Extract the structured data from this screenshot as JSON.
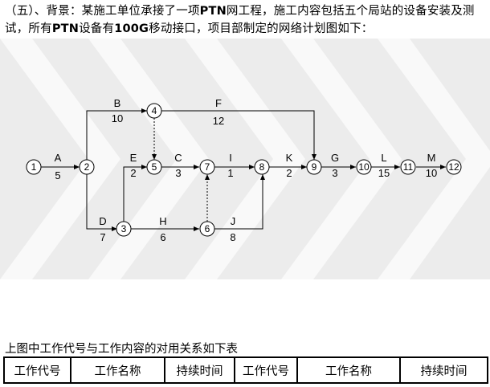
{
  "intro": {
    "prefix": "（五）、背景：某施工单位承接了一项",
    "t1": "PTN",
    "mid1": "网工程，施工内容包括五个局站的设备安装及测试，所有",
    "t2": "PTN",
    "mid2": "设备有",
    "t3": "100G",
    "suffix": "移动接口，项目部制定的网络计划图如下："
  },
  "nodes": [
    {
      "id": "1"
    },
    {
      "id": "2"
    },
    {
      "id": "3"
    },
    {
      "id": "4"
    },
    {
      "id": "5"
    },
    {
      "id": "6"
    },
    {
      "id": "7"
    },
    {
      "id": "8"
    },
    {
      "id": "9"
    },
    {
      "id": "10"
    },
    {
      "id": "11"
    },
    {
      "id": "12"
    }
  ],
  "activities": [
    {
      "code": "A",
      "duration": "5"
    },
    {
      "code": "B",
      "duration": "10"
    },
    {
      "code": "D",
      "duration": "7"
    },
    {
      "code": "F",
      "duration": "12"
    },
    {
      "code": "E",
      "duration": "2"
    },
    {
      "code": "C",
      "duration": "3"
    },
    {
      "code": "H",
      "duration": "6"
    },
    {
      "code": "I",
      "duration": "1"
    },
    {
      "code": "J",
      "duration": "8"
    },
    {
      "code": "K",
      "duration": "2"
    },
    {
      "code": "G",
      "duration": "3"
    },
    {
      "code": "L",
      "duration": "15"
    },
    {
      "code": "M",
      "duration": "10"
    }
  ],
  "caption": "上图中工作代号与工作内容的对用关系如下表",
  "table": {
    "headers": [
      "工作代号",
      "工作名称",
      "持续时间",
      "工作代号",
      "工作名称",
      "持续时间"
    ]
  }
}
